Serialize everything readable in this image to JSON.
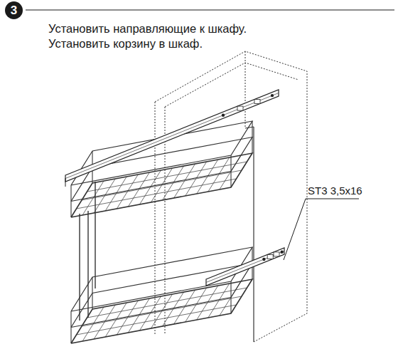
{
  "diagram": {
    "nodes": [
      {
        "text": [
          "3"
        ]
      }
    ],
    "labels": [
      "Установить направляющие к шкафу.",
      "Установить корзину в шкаф.",
      "ST3 3,5x16"
    ]
  }
}
